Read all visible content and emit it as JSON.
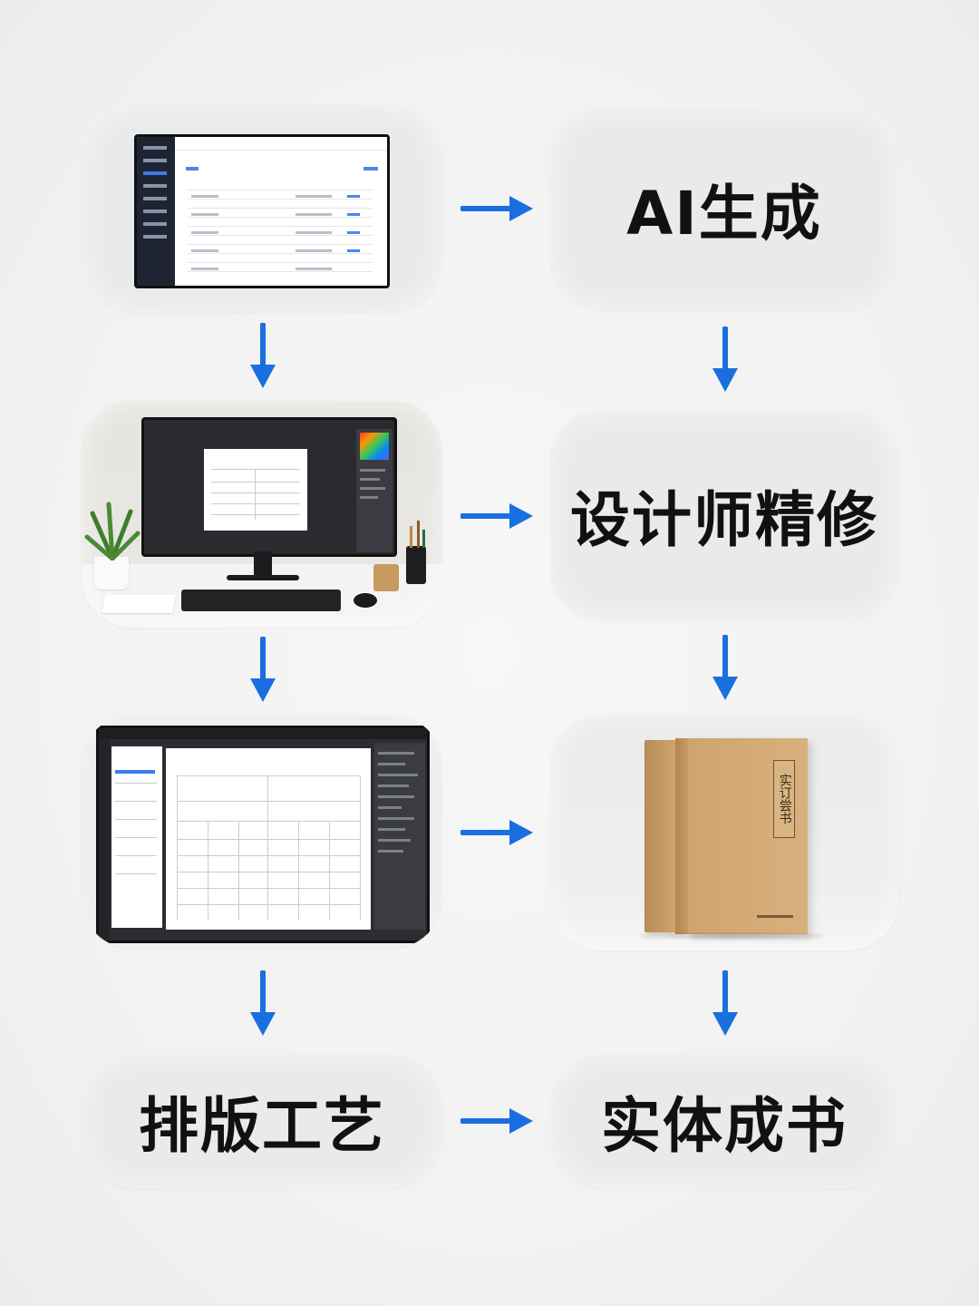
{
  "steps": {
    "ai_generate": "AI生成",
    "designer_refine": "设计师精修",
    "layout_craft": "排版工艺",
    "physical_book": "实体成书"
  },
  "book": {
    "spine_title": "实订尝书"
  },
  "colors": {
    "arrow": "#1a6fe0",
    "card": "#e9eaec",
    "text": "#111111"
  },
  "icons": [
    "arrow-right-icon",
    "arrow-down-icon"
  ]
}
